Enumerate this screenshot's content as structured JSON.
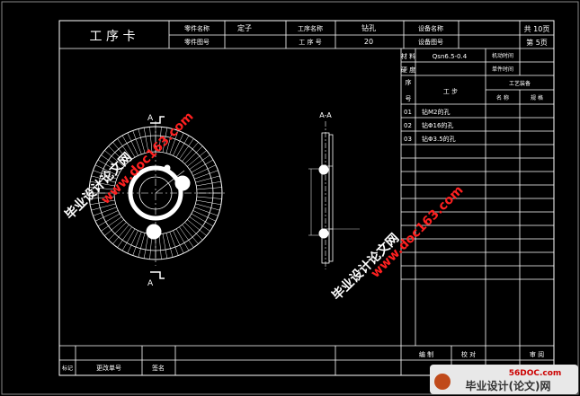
{
  "header": {
    "card_title": "工 序 卡",
    "part_name_label": "零件名称",
    "part_name": "定子",
    "drawing_no_label": "零件图号",
    "process_name_label": "工序名称",
    "process_name": "钻孔",
    "process_no_label": "工 序 号",
    "process_no": "20",
    "equipment_name_label": "设备名称",
    "equipment_no_label": "设备图号",
    "total_pages": "共 10页",
    "page_no": "第 5页"
  },
  "right_panel": {
    "material_label": "材 料",
    "material": "Qsn6.5-0.4",
    "hardness_label": "硬 度",
    "setup_time_label": "机动时间",
    "unit_time_label": "单件时间",
    "seq_label": "序",
    "seq_label_2": "号",
    "step_label": "工 步",
    "equipment_label": "工艺装备",
    "name_label": "名 称",
    "spec_label": "规 格",
    "steps": [
      {
        "no": "01",
        "text": "钻M2的孔"
      },
      {
        "no": "02",
        "text": "钻Φ16的孔"
      },
      {
        "no": "03",
        "text": "钻Φ3.5的孔"
      }
    ]
  },
  "drawing": {
    "section_label": "A-A",
    "left_label_top": "A",
    "left_label_bottom": "A"
  },
  "footer": {
    "compile_label": "编 制",
    "check_label": "校 对",
    "review_label": "审 阅",
    "mark_label": "标记",
    "change_doc_label": "更改单号",
    "sign_label": "签名"
  },
  "watermarks": {
    "text_cn": "毕业设计论文网",
    "url": "www.doc163.com",
    "badge": "56DOC.com",
    "badge_cn": "毕业设计(论文)网"
  }
}
